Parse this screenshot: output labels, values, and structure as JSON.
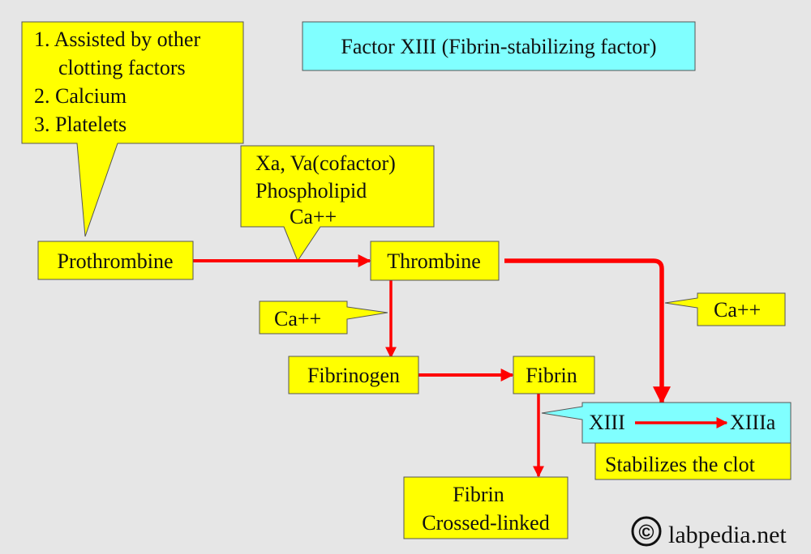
{
  "title": "Factor XIII (Fibrin-stabilizing factor)",
  "nodes": {
    "prothrombine": "Prothrombine",
    "thrombine": "Thrombine",
    "fibrinogen": "Fibrinogen",
    "fibrin": "Fibrin",
    "fibrin_crosslinked": [
      "Fibrin",
      "Crossed-linked"
    ],
    "xiii": "XIII",
    "xiiia": "XIIIa",
    "stabilizes": "Stabilizes the clot"
  },
  "callouts": {
    "assisted": [
      "1. Assisted by other",
      "clotting factors",
      "2. Calcium",
      "3. Platelets"
    ],
    "cofactors": [
      "Xa, Va(cofactor)",
      "Phospholipid",
      "Ca++"
    ],
    "ca_left": "Ca++",
    "ca_right": "Ca++"
  },
  "watermark": {
    "symbol": "©",
    "text": "labpedia.net"
  },
  "colors": {
    "background": "#e6e6e6",
    "node_yellow": "#ffff00",
    "node_cyan": "#80ffff",
    "arrow_red": "#ff0000"
  }
}
